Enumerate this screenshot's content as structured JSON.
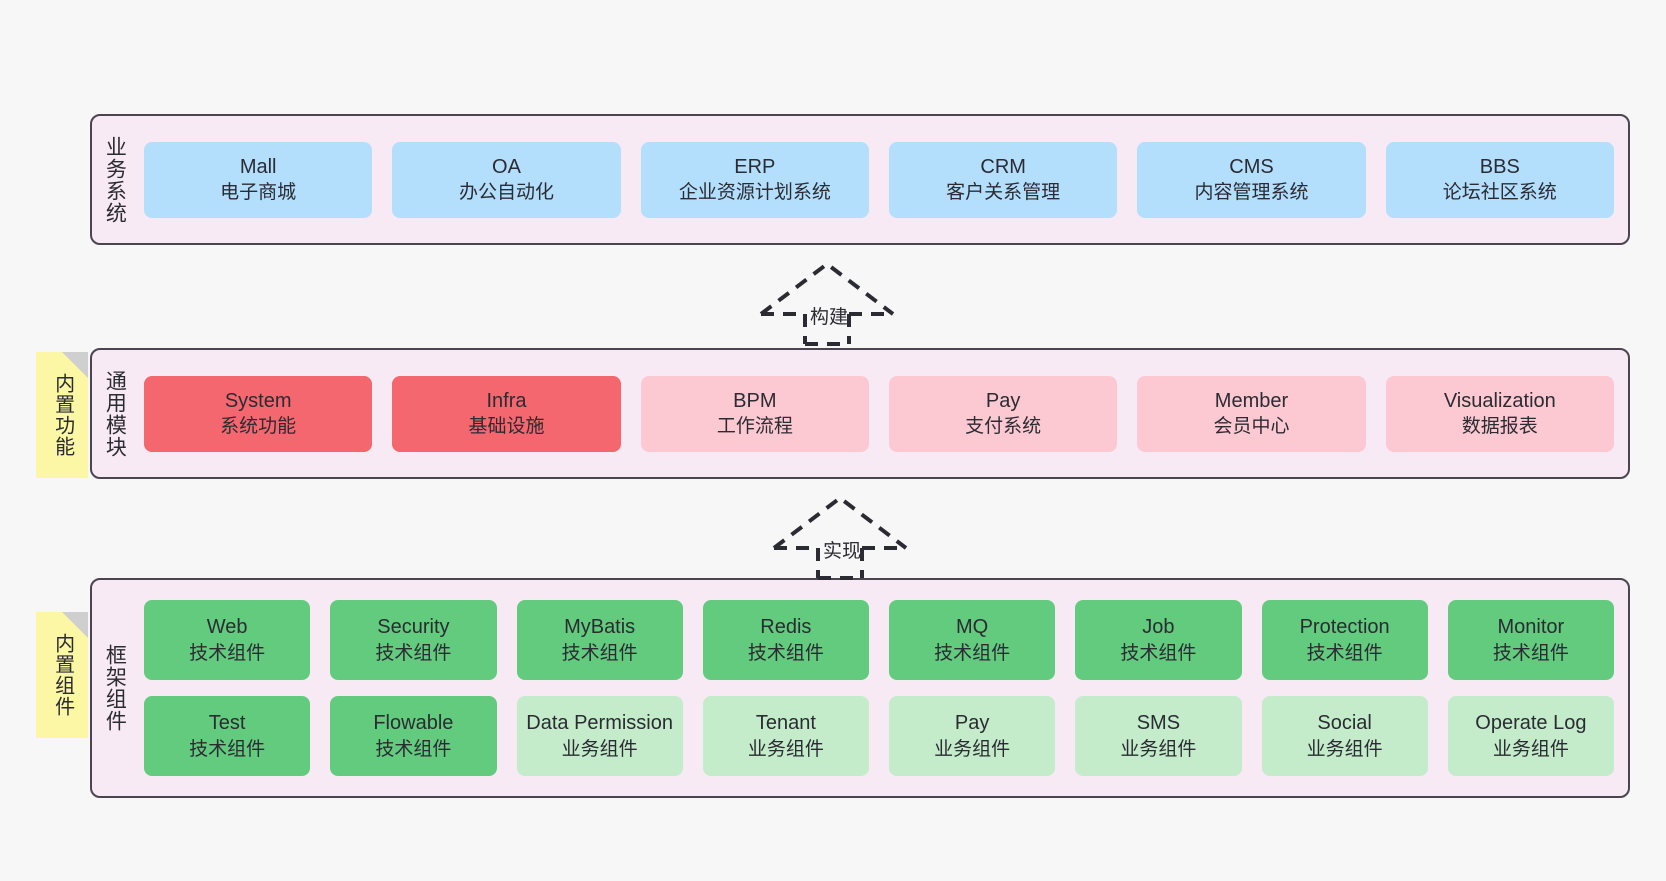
{
  "diagram": {
    "background_color": "#f7f7f7",
    "panel_bg": "#f8eaf4",
    "panel_border": "#4a4550",
    "sticky_color": "#fbf7a4"
  },
  "layers": [
    {
      "id": "business-system",
      "title": "业务系统",
      "card_color": "#b3dffc",
      "rows": [
        {
          "cards": [
            {
              "en": "Mall",
              "cn": "电子商城"
            },
            {
              "en": "OA",
              "cn": "办公自动化"
            },
            {
              "en": "ERP",
              "cn": "企业资源计划系统"
            },
            {
              "en": "CRM",
              "cn": "客户关系管理"
            },
            {
              "en": "CMS",
              "cn": "内容管理系统"
            },
            {
              "en": "BBS",
              "cn": "论坛社区系统"
            }
          ]
        }
      ]
    },
    {
      "id": "common-module",
      "title": "通用模块",
      "sticky": "内置功能",
      "rows": [
        {
          "cards": [
            {
              "en": "System",
              "cn": "系统功能",
              "color": "#f4676e"
            },
            {
              "en": "Infra",
              "cn": "基础设施",
              "color": "#f4676e"
            },
            {
              "en": "BPM",
              "cn": "工作流程",
              "color": "#fcc9d2"
            },
            {
              "en": "Pay",
              "cn": "支付系统",
              "color": "#fcc9d2"
            },
            {
              "en": "Member",
              "cn": "会员中心",
              "color": "#fcc9d2"
            },
            {
              "en": "Visualization",
              "cn": "数据报表",
              "color": "#fcc9d2"
            }
          ]
        }
      ]
    },
    {
      "id": "framework-component",
      "title": "框架组件",
      "sticky": "内置组件",
      "rows": [
        {
          "cards": [
            {
              "en": "Web",
              "cn": "技术组件",
              "color": "#63cb7e"
            },
            {
              "en": "Security",
              "cn": "技术组件",
              "color": "#63cb7e"
            },
            {
              "en": "MyBatis",
              "cn": "技术组件",
              "color": "#63cb7e"
            },
            {
              "en": "Redis",
              "cn": "技术组件",
              "color": "#63cb7e"
            },
            {
              "en": "MQ",
              "cn": "技术组件",
              "color": "#63cb7e"
            },
            {
              "en": "Job",
              "cn": "技术组件",
              "color": "#63cb7e"
            },
            {
              "en": "Protection",
              "cn": "技术组件",
              "color": "#63cb7e"
            },
            {
              "en": "Monitor",
              "cn": "技术组件",
              "color": "#63cb7e"
            }
          ]
        },
        {
          "cards": [
            {
              "en": "Test",
              "cn": "技术组件",
              "color": "#63cb7e"
            },
            {
              "en": "Flowable",
              "cn": "技术组件",
              "color": "#63cb7e"
            },
            {
              "en": "Data Permission",
              "cn": "业务组件",
              "color": "#c4ecca"
            },
            {
              "en": "Tenant",
              "cn": "业务组件",
              "color": "#c4ecca"
            },
            {
              "en": "Pay",
              "cn": "业务组件",
              "color": "#c4ecca"
            },
            {
              "en": "SMS",
              "cn": "业务组件",
              "color": "#c4ecca"
            },
            {
              "en": "Social",
              "cn": "业务组件",
              "color": "#c4ecca"
            },
            {
              "en": "Operate Log",
              "cn": "业务组件",
              "color": "#c4ecca"
            }
          ]
        }
      ]
    }
  ],
  "connectors": [
    {
      "id": "build",
      "label": "构建",
      "from": "common-module",
      "to": "business-system",
      "style": "dashed-hollow-arrow"
    },
    {
      "id": "implement",
      "label": "实现",
      "from": "framework-component",
      "to": "common-module",
      "style": "dashed-hollow-arrow"
    }
  ]
}
